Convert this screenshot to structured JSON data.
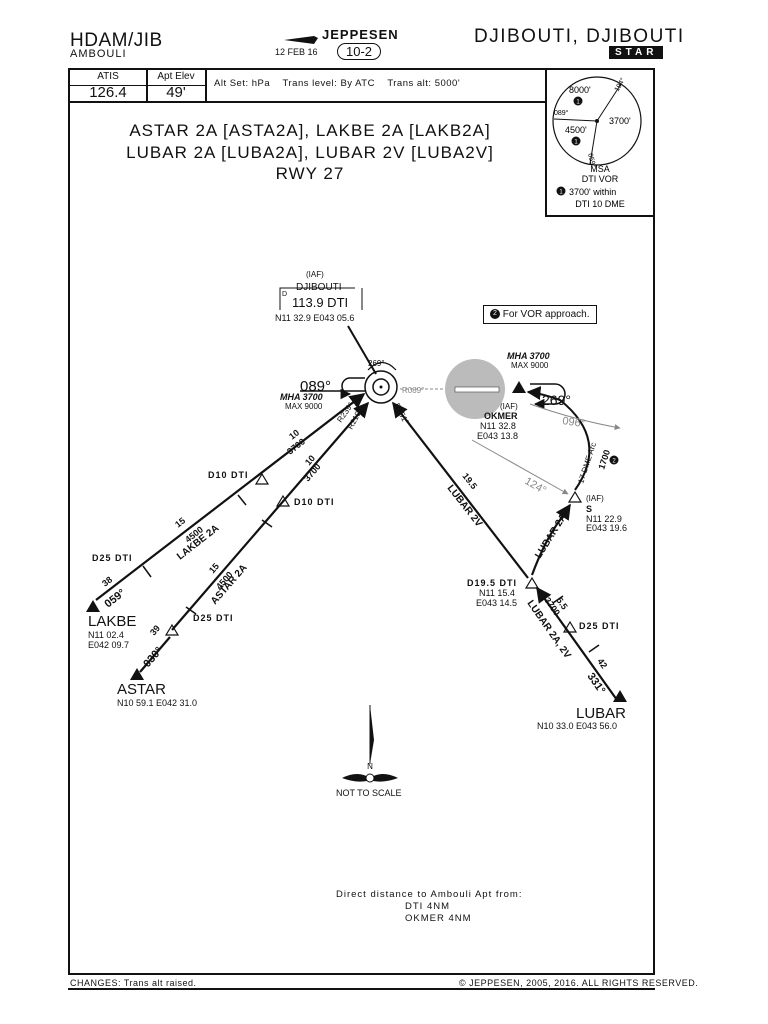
{
  "header": {
    "icao_iata": "HDAM/JIB",
    "airport": "AMBOULI",
    "brand": "JEPPESEN",
    "date": "12 FEB 16",
    "chart_number": "10-2",
    "city": "DJIBOUTI, DJIBOUTI",
    "chart_type": "STAR"
  },
  "info_bar": {
    "atis_label": "ATIS",
    "atis_value": "126.4",
    "elev_label": "Apt Elev",
    "elev_value": "49'",
    "settings": "Alt Set: hPa    Trans level: By ATC    Trans alt: 5000'"
  },
  "msa": {
    "alt_north": "8000'",
    "alt_east": "3700'",
    "alt_west": "4500'",
    "brg_ne": "194°",
    "brg_w": "089°",
    "brg_s": "059°",
    "title": "MSA",
    "station": "DTI VOR",
    "note": "3700' within",
    "note2": "DTI 10 DME",
    "note_num": "1"
  },
  "title": {
    "line1": "ASTAR 2A [ASTA2A], LAKBE 2A [LAKB2A]",
    "line2": "LUBAR 2A [LUBA2A], LUBAR 2V [LUBA2V]",
    "line3": "RWY 27"
  },
  "vor": {
    "iaf": "(IAF)",
    "name": "DJIBOUTI",
    "freq": "113.9 DTI",
    "d": "D",
    "coords": "N11 32.9 E043 05.6",
    "r269": "269°",
    "r089": "R089°",
    "r239": "R239°",
    "r210": "R210°",
    "r151": "R151°"
  },
  "note2": {
    "num": "2",
    "text": "For VOR approach."
  },
  "holds": {
    "west_course": "089°",
    "west_mha": "MHA 3700",
    "west_max": "MAX 9000",
    "east_mha": "MHA 3700",
    "east_max": "MAX 9000",
    "east_course": "269°",
    "arc_course": "096°"
  },
  "fixes": {
    "okmer_iaf": "(IAF)",
    "okmer": "OKMER",
    "okmer_n": "N11 32.8",
    "okmer_e": "E043 13.8",
    "s_iaf": "(IAF)",
    "s_name": "S",
    "s_n": "N11 22.9",
    "s_e": "E043 19.6",
    "d10_a": "D10 DTI",
    "d10_b": "D10 DTI",
    "d25_lakbe": "D25 DTI",
    "d25_astar": "D25 DTI",
    "d25_lubar": "D25 DTI",
    "d195": "D19.5 DTI",
    "d195_n": "N11 15.4",
    "d195_e": "E043 14.5",
    "lakbe": "LAKBE",
    "lakbe_c1": "N11 02.4",
    "lakbe_c2": "E042 09.7",
    "astar": "ASTAR",
    "astar_c": "N10 59.1 E042 31.0",
    "lubar": "LUBAR",
    "lubar_c": "N10 33.0 E043 56.0"
  },
  "routes": {
    "lakbe": "LAKBE 2A",
    "astar": "ASTAR 2A",
    "lubar2v": "LUBAR 2V",
    "lubar2a": "LUBAR 2A",
    "lubar_both": "LUBAR 2A, 2V",
    "c059": "059°",
    "c030": "030°",
    "c331": "331°",
    "c124": "124°",
    "dist38": "38",
    "dist39": "39",
    "dist15a": "15",
    "dist15b": "15",
    "dist10a": "10",
    "dist10b": "10",
    "dist195": "19.5",
    "dist55": "5.5",
    "dist42": "42",
    "alt4500a": "4500",
    "alt4500b": "4500",
    "alt3700a": "3700",
    "alt3700b": "3700",
    "alt3700c": "3700",
    "arc": "17 DME Arc",
    "alt1700": "1700"
  },
  "scale": {
    "north": "N",
    "text": "NOT TO SCALE"
  },
  "distances": {
    "title": "Direct distance to Ambouli Apt from:",
    "dti": "DTI  4NM",
    "okmer": "OKMER  4NM"
  },
  "footer": {
    "changes": "CHANGES:   Trans alt raised.",
    "copyright": "© JEPPESEN, 2005, 2016. ALL RIGHTS RESERVED."
  }
}
